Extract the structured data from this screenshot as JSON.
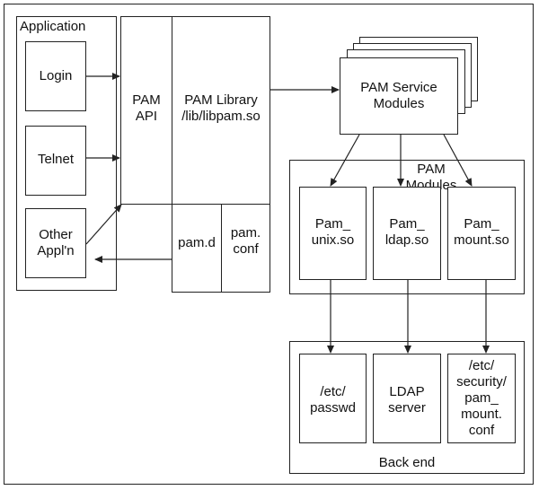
{
  "application": {
    "title": "Application",
    "apps": [
      {
        "key": "login",
        "label": "Login"
      },
      {
        "key": "telnet",
        "label": "Telnet"
      },
      {
        "key": "other",
        "label": "Other\nAppl'n"
      }
    ]
  },
  "pam_api": {
    "label": "PAM\nAPI"
  },
  "pam_library": {
    "label": "PAM Library\n/lib/libpam.so"
  },
  "config": {
    "pamd": "pam.d",
    "pamconf": "pam.\nconf"
  },
  "service_modules": {
    "label": "PAM Service\nModules"
  },
  "modules_group": {
    "title": "PAM\nModules",
    "items": [
      {
        "key": "unix",
        "label": "Pam_\nunix.so"
      },
      {
        "key": "ldap",
        "label": "Pam_\nldap.so"
      },
      {
        "key": "mount",
        "label": "Pam_\nmount.so"
      }
    ]
  },
  "backend": {
    "title": "Back end",
    "items": [
      {
        "key": "passwd",
        "label": "/etc/\npasswd"
      },
      {
        "key": "ldap",
        "label": "LDAP\nserver"
      },
      {
        "key": "security",
        "label": "/etc/\nsecurity/\npam_\nmount.\nconf"
      }
    ]
  }
}
